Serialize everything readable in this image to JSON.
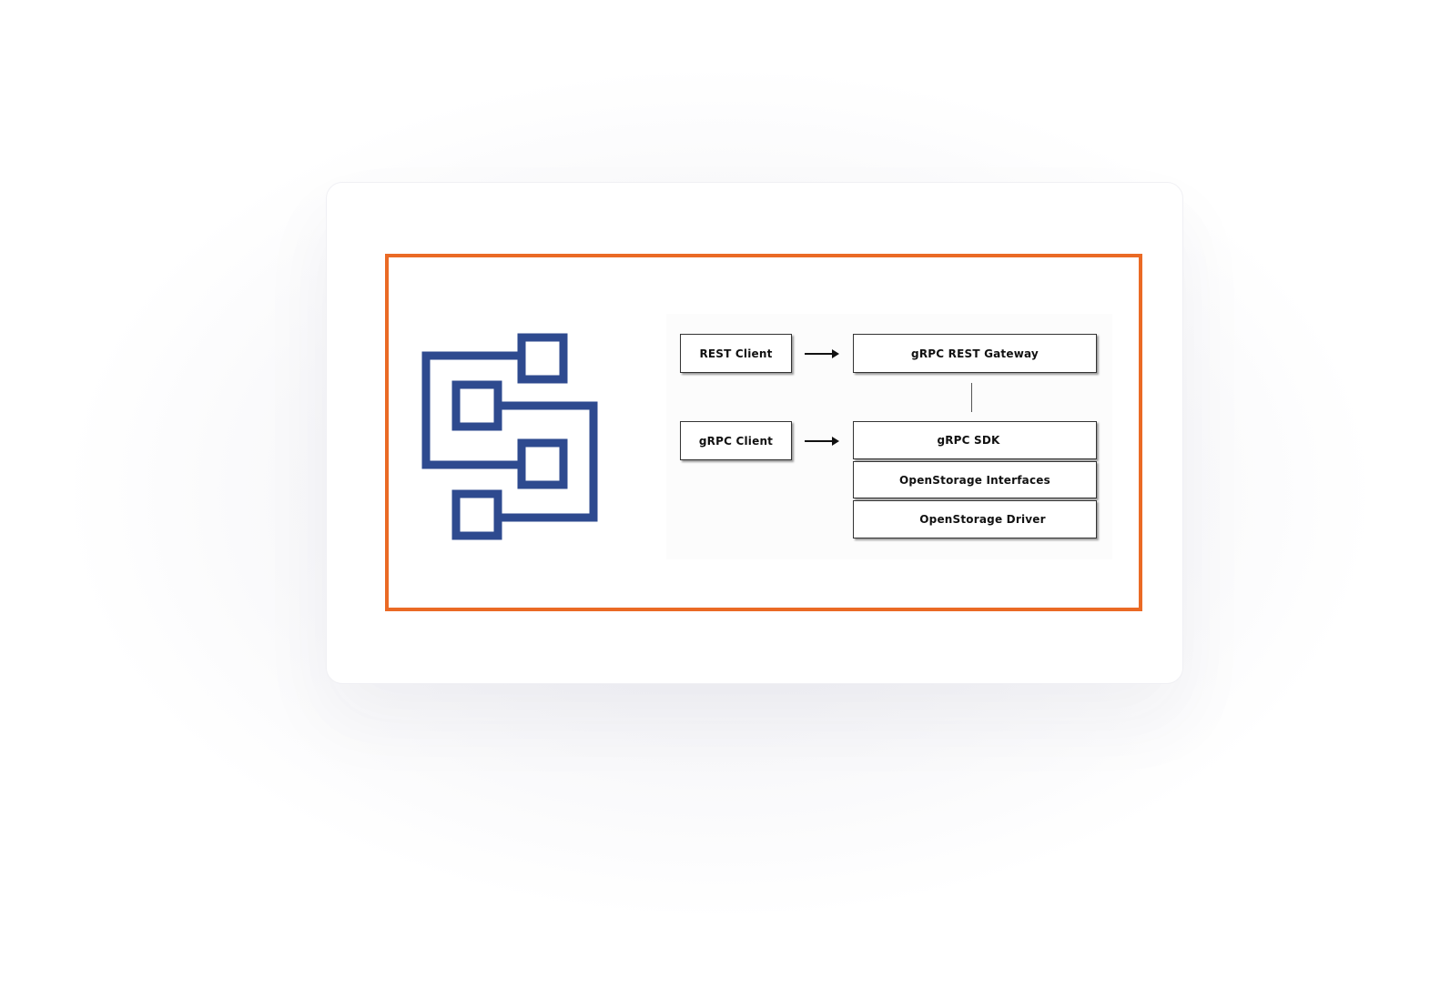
{
  "colors": {
    "frame_border": "#ea6a25",
    "logo": "#2e4a8f"
  },
  "logo": {
    "icon": "linked-storage-blocks-icon"
  },
  "diagram": {
    "rest_client": "REST Client",
    "grpc_rest_gateway": "gRPC REST Gateway",
    "grpc_client": "gRPC Client",
    "grpc_sdk": "gRPC SDK",
    "openstorage_interfaces": "OpenStorage Interfaces",
    "openstorage_driver": "OpenStorage Driver"
  }
}
